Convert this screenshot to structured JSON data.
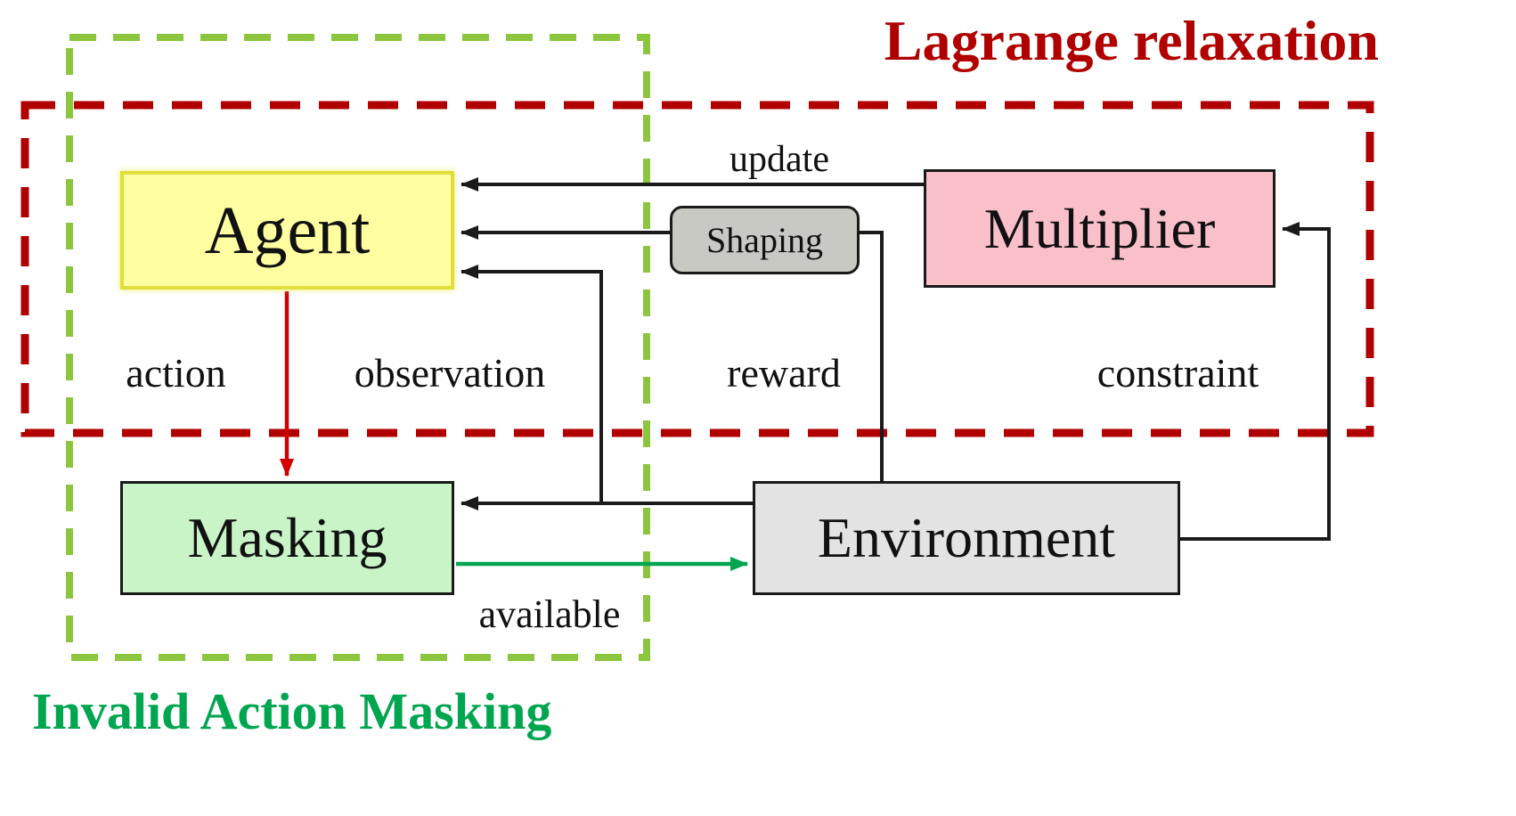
{
  "titles": {
    "lagrange": "Lagrange relaxation",
    "invalid_action_masking": "Invalid Action Masking"
  },
  "nodes": {
    "agent": "Agent",
    "multiplier": "Multiplier",
    "shaping": "Shaping",
    "masking": "Masking",
    "environment": "Environment"
  },
  "edge_labels": {
    "update": "update",
    "action": "action",
    "observation": "observation",
    "reward": "reward",
    "constraint": "constraint",
    "available": "available"
  },
  "colors": {
    "lagrange_boundary": "#b00000",
    "lagrange_title": "#b00000",
    "masking_boundary": "#8cc63e",
    "masking_title": "#00a550",
    "agent_fill": "#ffffa2",
    "agent_border": "#e0df3a",
    "multiplier_fill": "#f9c0ca",
    "shaping_fill": "#c9c9c3",
    "masking_fill": "#c9f4c7",
    "environment_fill": "#e3e3e3",
    "arrow_black": "#1a1a1a",
    "action_arrow_red": "#d40000",
    "available_arrow_green": "#00a550"
  }
}
